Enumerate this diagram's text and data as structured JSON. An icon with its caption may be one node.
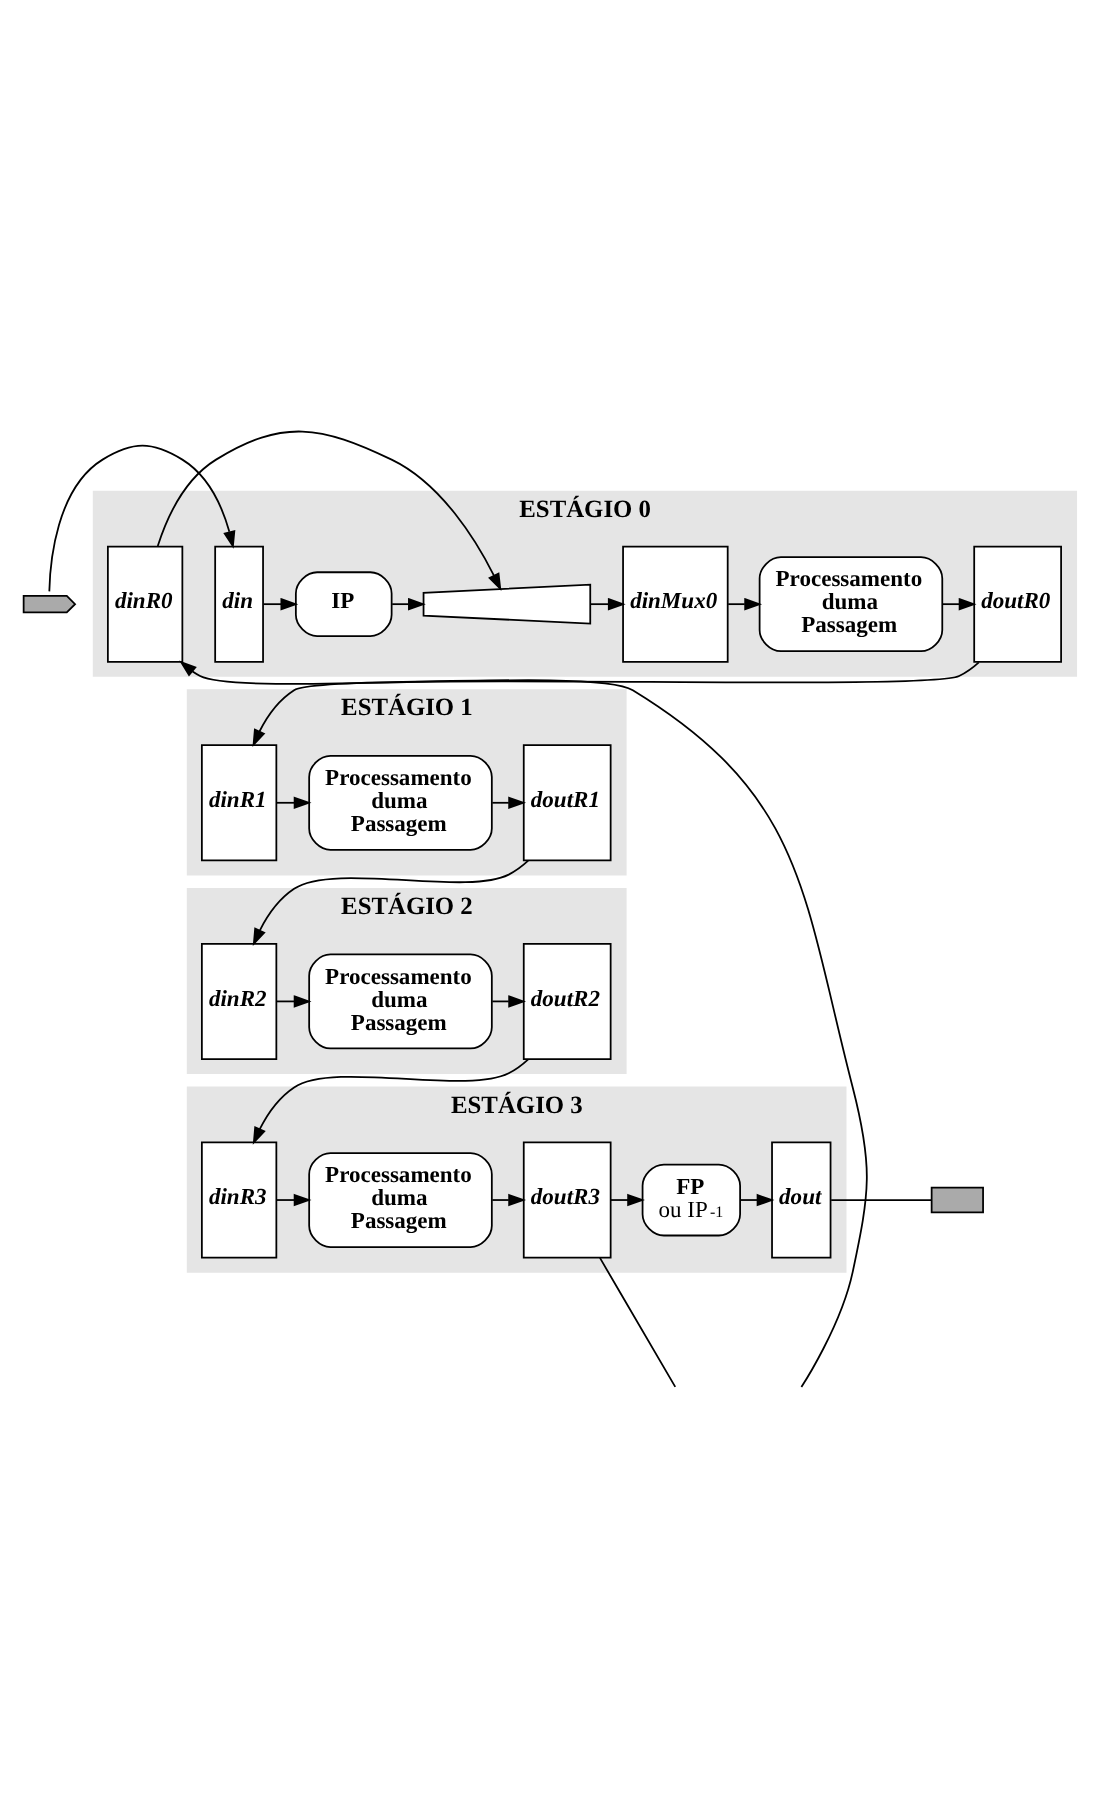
{
  "diagram": {
    "nodes": [
      {
        "text": [],
        "shape": "pentagon"
      },
      {
        "text": [
          "ESTÁGIO 0"
        ]
      },
      {
        "text": [
          "din"
        ],
        "in": 1
      },
      {
        "text": [
          "IP"
        ],
        "in": 1
      },
      {
        "text": [
          "dinR0"
        ],
        "in": 1
      },
      {
        "text": [],
        "shape": "trapezoid",
        "in": 1
      },
      {
        "text": [
          "dinMux0"
        ],
        "in": 1
      },
      {
        "text": [
          "Processamento duma Passagem"
        ],
        "in": 1
      },
      {
        "text": [
          "doutR0"
        ],
        "in": 1
      },
      {
        "text": [
          "ESTÁGIO 1"
        ]
      },
      {
        "text": [
          "dinR1"
        ],
        "in": 9
      },
      {
        "text": [
          "Processamento duma Passagem"
        ],
        "in": 9
      },
      {
        "text": [
          "doutR1"
        ],
        "in": 9
      },
      {
        "text": [
          "ESTÁGIO 2"
        ]
      },
      {
        "text": [
          "dinR2"
        ],
        "in": 13
      },
      {
        "text": [
          "Processamento duma Passagem"
        ],
        "in": 13
      },
      {
        "text": [
          "doutR2"
        ],
        "in": 13
      },
      {
        "text": [
          "ESTÁGIO 3"
        ]
      },
      {
        "text": [
          "dinR3"
        ],
        "in": 17
      },
      {
        "text": [
          "Processamento duma Passagem"
        ],
        "in": 17
      },
      {
        "text": [
          "doutR3"
        ],
        "in": 17
      },
      {
        "text": [
          "FP",
          "ou IP$^{-1}$"
        ],
        "in": 17
      },
      {
        "text": [
          "dout"
        ],
        "in": 17
      },
      {
        "text": [],
        "shape": "box"
      }
    ],
    "edges": [
      {
        "from": 0,
        "to": 2,
        "arrow": "to"
      },
      {
        "from": 2,
        "to": 3,
        "arrow": "to"
      },
      {
        "from": 3,
        "to": 5,
        "arrow": "to"
      },
      {
        "from": null,
        "to": 4,
        "arrow": "to"
      },
      {
        "from": 4,
        "to": 5,
        "arrow": "to"
      },
      {
        "from": 5,
        "to": 6,
        "arrow": "to"
      },
      {
        "from": 6,
        "to": 7,
        "arrow": "to"
      },
      {
        "from": 7,
        "to": 8,
        "arrow": "to"
      },
      {
        "from": 8,
        "to": 10,
        "arrow": "to"
      },
      {
        "from": 10,
        "to": 11,
        "arrow": "to"
      },
      {
        "from": 11,
        "to": 12,
        "arrow": "to"
      },
      {
        "from": 12,
        "to": 14,
        "arrow": "to"
      },
      {
        "from": 14,
        "to": 15,
        "arrow": "to"
      },
      {
        "from": 15,
        "to": 16,
        "arrow": "to"
      },
      {
        "from": 16,
        "to": 18,
        "arrow": "to"
      },
      {
        "from": 18,
        "to": 19,
        "arrow": "to"
      },
      {
        "from": 19,
        "to": 20,
        "arrow": "to"
      },
      {
        "from": 20,
        "to": 21,
        "arrow": "to"
      },
      {
        "from": 20,
        "to": null,
        "arrow": "none"
      },
      {
        "from": 21,
        "to": 22,
        "arrow": "to"
      },
      {
        "from": 22,
        "to": 23,
        "arrow": "none"
      }
    ]
  }
}
